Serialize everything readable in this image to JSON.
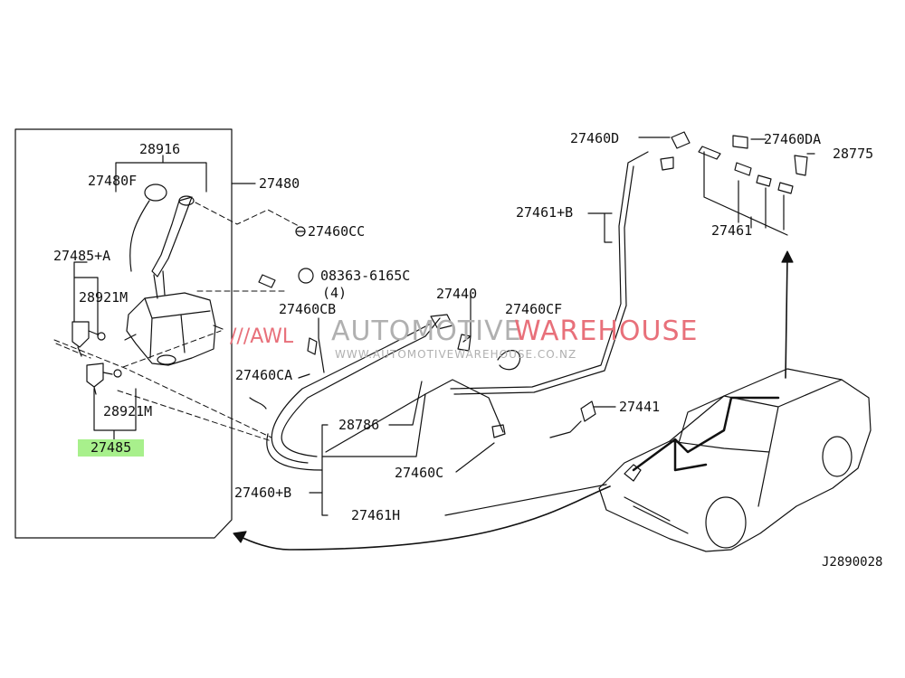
{
  "watermark": {
    "prefix": "///AWL",
    "word1": "AUTOMOTIVE",
    "word2": "WAREHOUSE",
    "url": "WWW.AUTOMOTIVEWAREHOUSE.CO.NZ",
    "color_gray": "#b0b0b0",
    "color_red": "#e8707a"
  },
  "highlight_color": "#a8f08c",
  "reference": "J2890028",
  "parts": [
    {
      "id": "p28916",
      "label": "28916"
    },
    {
      "id": "p27480F",
      "label": "27480F"
    },
    {
      "id": "p27480",
      "label": "27480"
    },
    {
      "id": "p27460CC",
      "label": "27460CC"
    },
    {
      "id": "p27485A",
      "label": "27485+A"
    },
    {
      "id": "p28921M_top",
      "label": "28921M"
    },
    {
      "id": "p28921M_bot",
      "label": "28921M"
    },
    {
      "id": "p27485",
      "label": "27485",
      "highlighted": true
    },
    {
      "id": "p08363",
      "label": "08363-6165C"
    },
    {
      "id": "p08363q",
      "label": "(4)"
    },
    {
      "id": "p27460CB",
      "label": "27460CB"
    },
    {
      "id": "p27460CA",
      "label": "27460CA"
    },
    {
      "id": "p27440",
      "label": "27440"
    },
    {
      "id": "p27460CF",
      "label": "27460CF"
    },
    {
      "id": "p28786",
      "label": "28786"
    },
    {
      "id": "p27460C",
      "label": "27460C"
    },
    {
      "id": "p27441",
      "label": "27441"
    },
    {
      "id": "p27460B",
      "label": "27460+B"
    },
    {
      "id": "p27461H",
      "label": "27461H"
    },
    {
      "id": "p27460D",
      "label": "27460D"
    },
    {
      "id": "p27461B",
      "label": "27461+B"
    },
    {
      "id": "p27460DA",
      "label": "27460DA"
    },
    {
      "id": "p28775",
      "label": "28775"
    },
    {
      "id": "p27461",
      "label": "27461"
    }
  ]
}
